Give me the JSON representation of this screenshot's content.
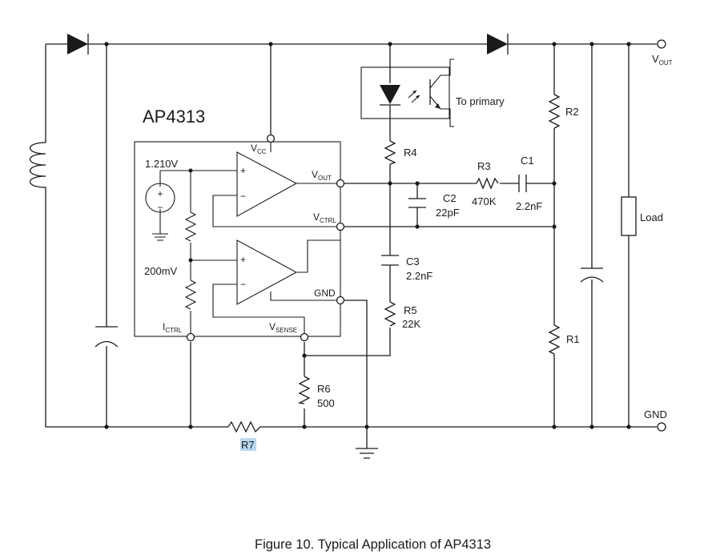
{
  "ic": {
    "name": "AP4313",
    "vref": "1.210V",
    "vref2": "200mV",
    "pins": {
      "vcc_main": "V",
      "vcc_sub": "CC",
      "vout_main": "V",
      "vout_sub": "OUT",
      "vctrl_main": "V",
      "vctrl_sub": "CTRL",
      "gnd": "GND",
      "ictrl_main": "I",
      "ictrl_sub": "CTRL",
      "vsense_main": "V",
      "vsense_sub": "SENSE"
    },
    "opamp_plus": "+",
    "opamp_minus": "−"
  },
  "optocoupler": {
    "label": "To primary"
  },
  "components": {
    "r1": "R1",
    "r2": "R2",
    "r3": {
      "name": "R3",
      "value": "470K"
    },
    "r4": "R4",
    "r5": {
      "name": "R5",
      "value": "22K"
    },
    "r6": {
      "name": "R6",
      "value": "500"
    },
    "r7": "R7",
    "c1": {
      "name": "C1",
      "value": "2.2nF"
    },
    "c2": {
      "name": "C2",
      "value": "22pF"
    },
    "c3": {
      "name": "C3",
      "value": "2.2nF"
    },
    "load": "Load"
  },
  "terminals": {
    "vout_main": "V",
    "vout_sub": "OUT",
    "gnd": "GND"
  },
  "caption": "Figure 10. Typical Application of AP4313",
  "colors": {
    "r7_highlight": "#b9d7f2",
    "ink": "#1a1a1a"
  }
}
